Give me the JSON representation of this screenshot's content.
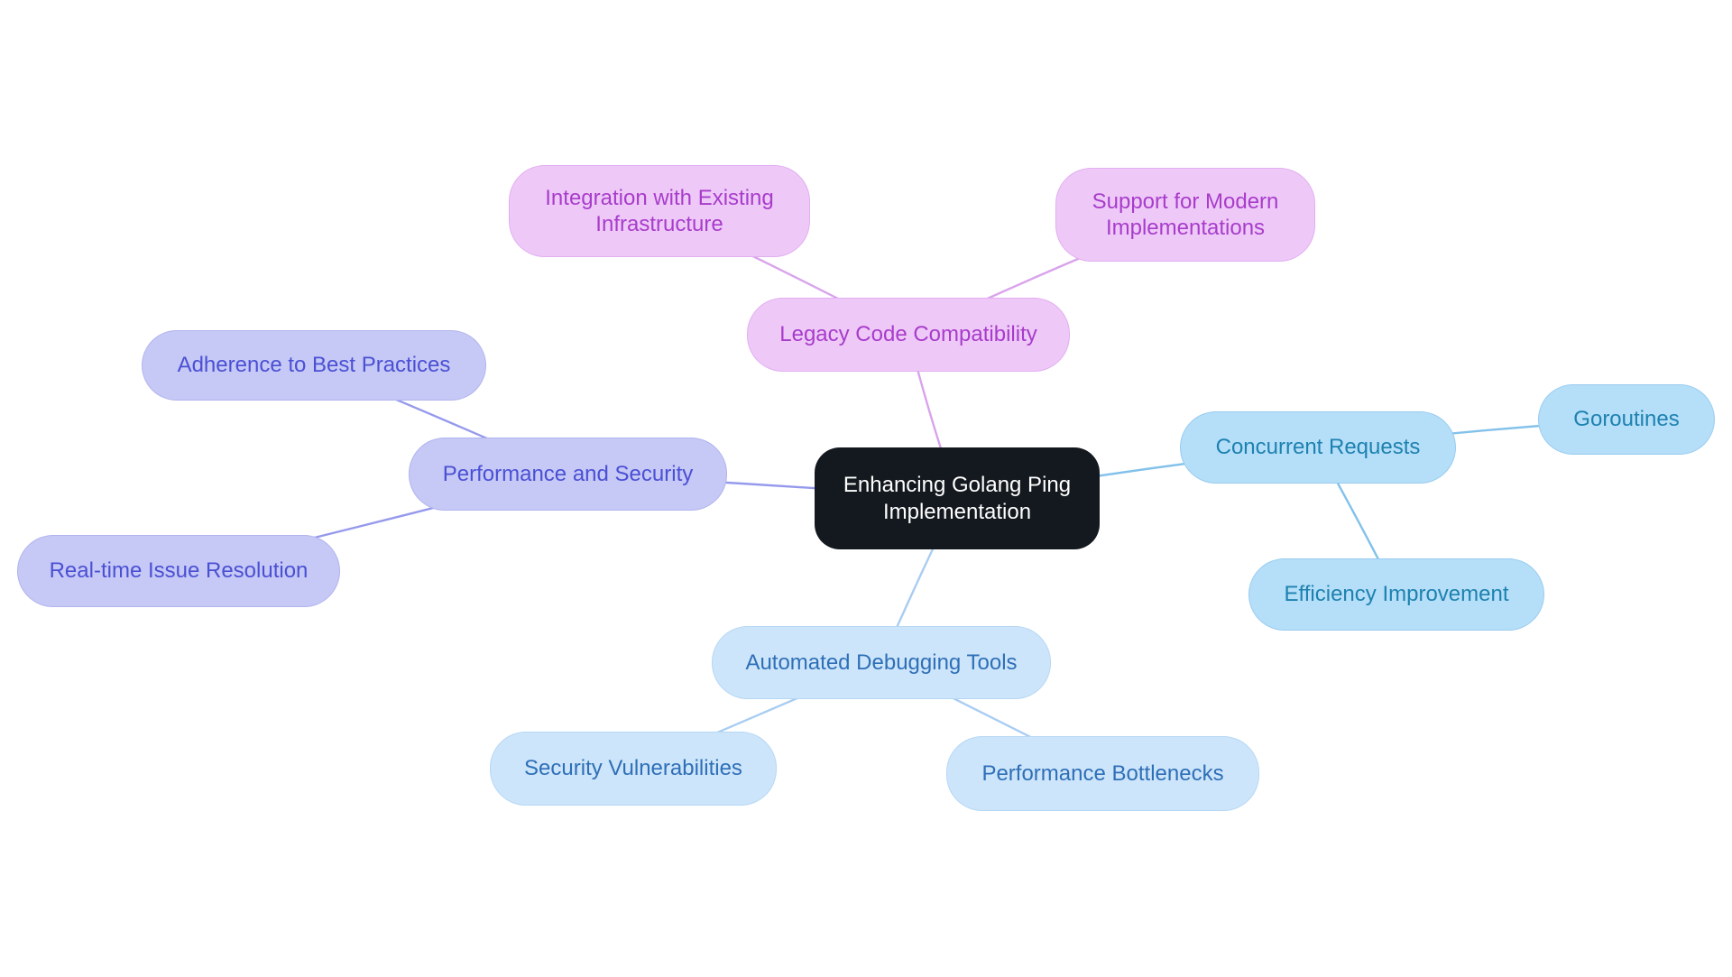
{
  "diagram": {
    "type": "mindmap",
    "root": {
      "label": "Enhancing Golang Ping Implementation",
      "fill": "#14191f",
      "text_color": "#ffffff"
    },
    "branches": [
      {
        "id": "legacy-code-compatibility",
        "label": "Legacy Code Compatibility",
        "fill": "#eec9f7",
        "text_color": "#a83ccb",
        "edge_color": "#d9a3ec",
        "children": [
          {
            "label": "Integration with Existing Infrastructure"
          },
          {
            "label": "Support for Modern Implementations"
          }
        ]
      },
      {
        "id": "concurrent-requests",
        "label": "Concurrent Requests",
        "fill": "#b5def8",
        "text_color": "#1d82b0",
        "edge_color": "#82c1ea",
        "children": [
          {
            "label": "Goroutines"
          },
          {
            "label": "Efficiency Improvement"
          }
        ]
      },
      {
        "id": "performance-and-security",
        "label": "Performance and Security",
        "fill": "#c6c8f5",
        "text_color": "#4a50d4",
        "edge_color": "#9599ec",
        "children": [
          {
            "label": "Adherence to Best Practices"
          },
          {
            "label": "Real-time Issue Resolution"
          }
        ]
      },
      {
        "id": "automated-debugging-tools",
        "label": "Automated Debugging Tools",
        "fill": "#cde5fa",
        "text_color": "#2e6fb7",
        "edge_color": "#a9cdf2",
        "children": [
          {
            "label": "Security Vulnerabilities"
          },
          {
            "label": "Performance Bottlenecks"
          }
        ]
      }
    ]
  }
}
